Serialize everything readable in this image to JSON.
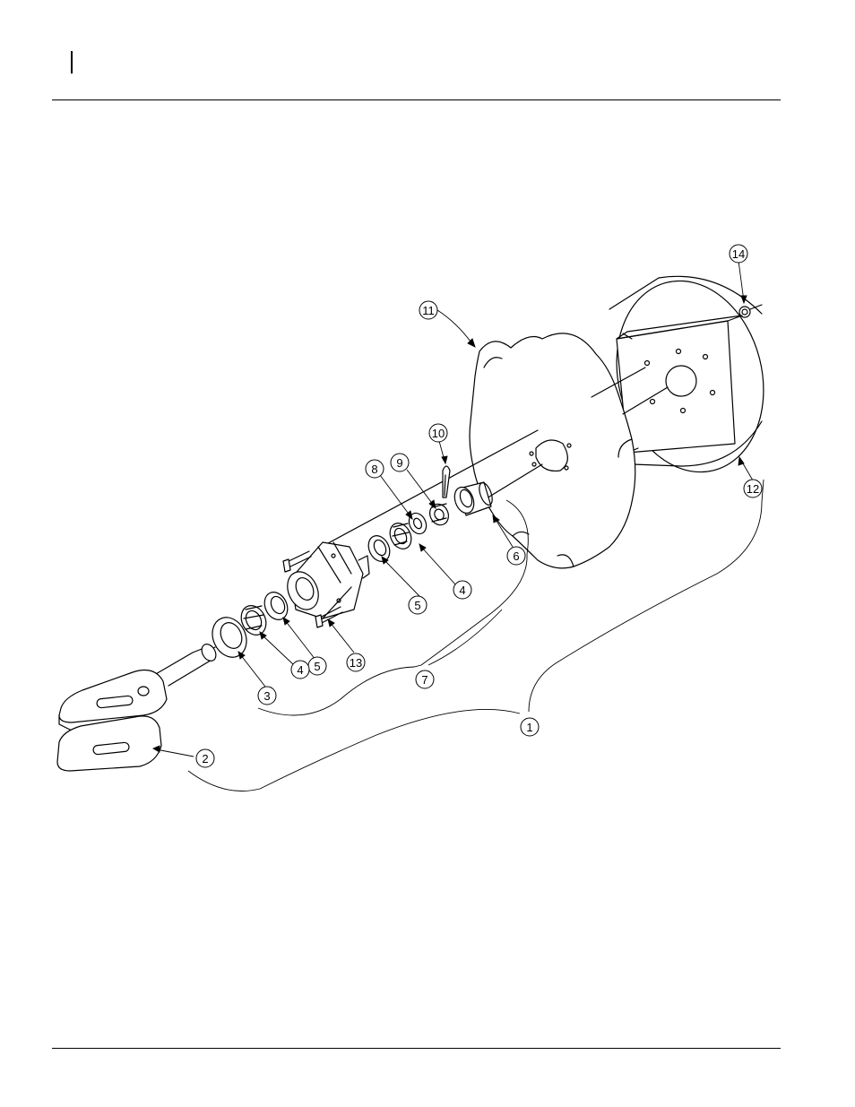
{
  "header": {
    "page_marker": ""
  },
  "callouts": [
    {
      "id": "c1",
      "label": "1"
    },
    {
      "id": "c2",
      "label": "2"
    },
    {
      "id": "c3",
      "label": "3"
    },
    {
      "id": "c4a",
      "label": "4"
    },
    {
      "id": "c4b",
      "label": "4"
    },
    {
      "id": "c5a",
      "label": "5"
    },
    {
      "id": "c5b",
      "label": "5"
    },
    {
      "id": "c6",
      "label": "6"
    },
    {
      "id": "c7",
      "label": "7"
    },
    {
      "id": "c8",
      "label": "8"
    },
    {
      "id": "c9",
      "label": "9"
    },
    {
      "id": "c10",
      "label": "10"
    },
    {
      "id": "c11",
      "label": "11"
    },
    {
      "id": "c12",
      "label": "12"
    },
    {
      "id": "c13",
      "label": "13"
    },
    {
      "id": "c14",
      "label": "14"
    }
  ]
}
